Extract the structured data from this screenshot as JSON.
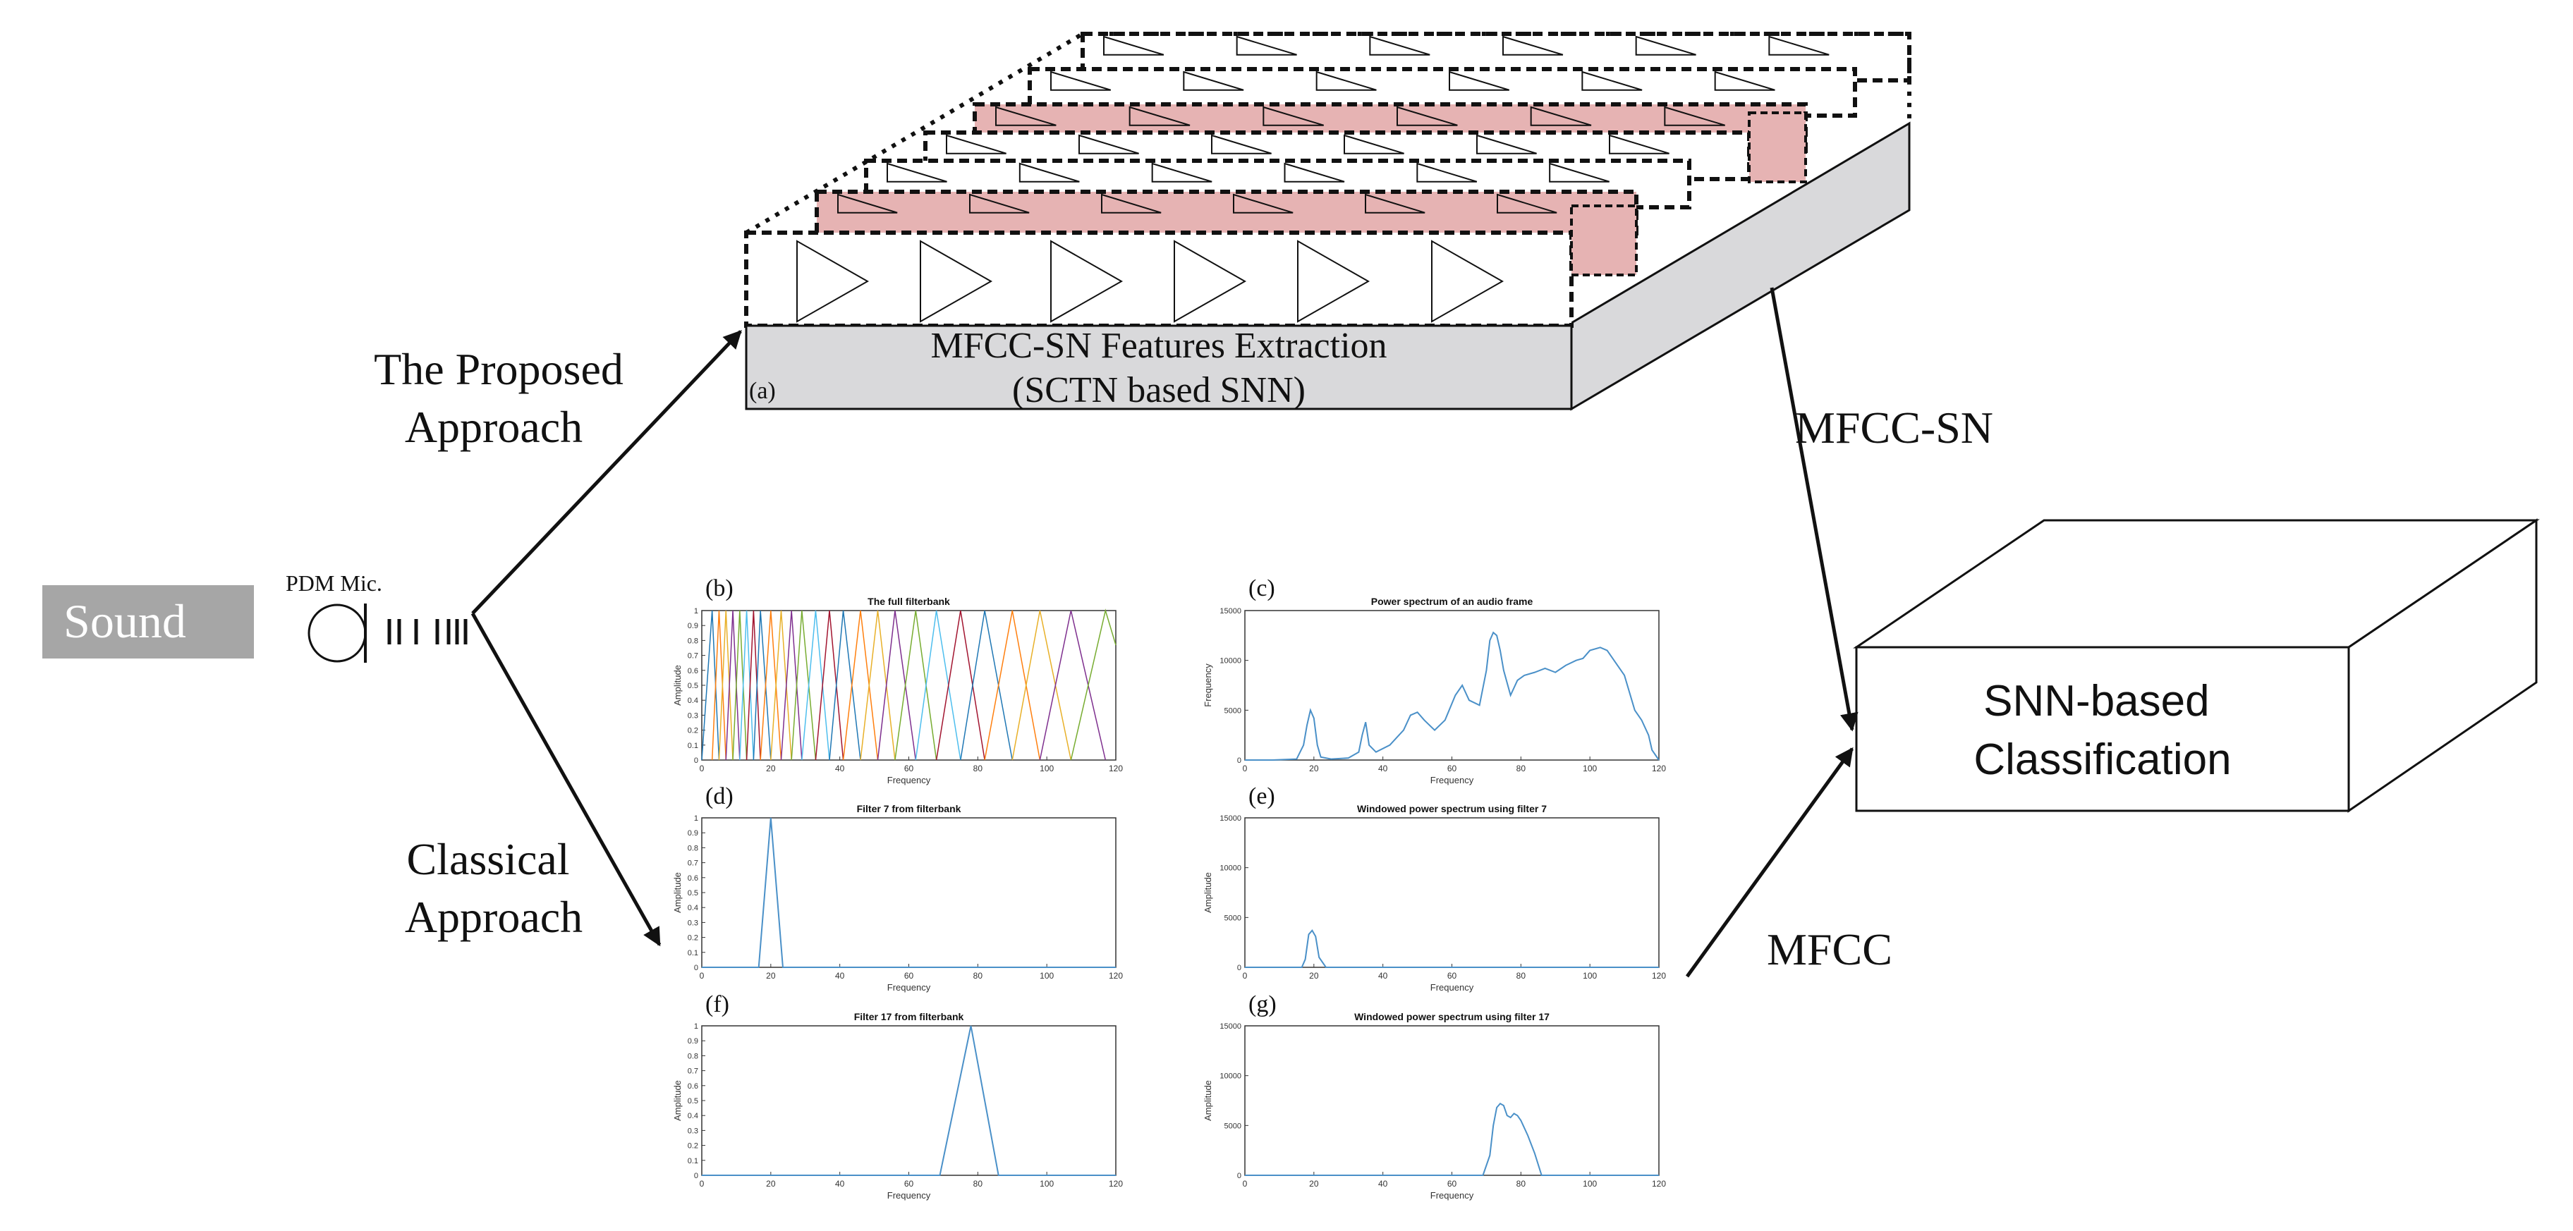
{
  "sound_label": "Sound",
  "mic_label": "PDM Mic.",
  "proposed_label": [
    "The Proposed",
    "Approach"
  ],
  "classical_label": [
    "Classical",
    "Approach"
  ],
  "snn_box": {
    "title": "MFCC-SN Features Extraction",
    "subtitle": "(SCTN based SNN)",
    "tag": "(a)"
  },
  "classification_label": [
    "SNN-based",
    "Classification"
  ],
  "arrow_mfccsn_label": "MFCC-SN",
  "arrow_mfcc_label": "MFCC",
  "colors": {
    "snn_face": "#d9d9db",
    "highlight": "#e6b3b3",
    "sound_box": "#a6a6a6",
    "plot_line": "#4a90c8"
  },
  "chart_data": [
    {
      "tag": "(b)",
      "type": "line",
      "title": "The full filterbank",
      "xlabel": "Frequency",
      "ylabel": "Amplitude",
      "xlim": [
        0,
        120
      ],
      "ylim": [
        0,
        1
      ],
      "xticks": [
        0,
        20,
        40,
        60,
        80,
        100,
        120
      ],
      "yticks": [
        0,
        0.1,
        0.2,
        0.3,
        0.4,
        0.5,
        0.6,
        0.7,
        0.8,
        0.9,
        1
      ],
      "filter_centers": [
        3,
        5,
        7,
        9,
        11,
        13,
        15,
        17,
        20,
        23,
        26,
        29,
        33,
        37,
        41,
        46,
        51,
        56,
        62,
        68,
        75,
        82,
        90,
        98,
        107,
        117
      ]
    },
    {
      "tag": "(c)",
      "type": "line",
      "title": "Power spectrum of an audio frame",
      "xlabel": "Frequency",
      "ylabel": "Frequency",
      "xlim": [
        0,
        120
      ],
      "ylim": [
        0,
        15000
      ],
      "xticks": [
        0,
        20,
        40,
        60,
        80,
        100,
        120
      ],
      "yticks": [
        0,
        5000,
        10000,
        15000
      ],
      "x": [
        0,
        8,
        15,
        17,
        18,
        19,
        20,
        21,
        22,
        25,
        30,
        33,
        34,
        35,
        36,
        38,
        42,
        46,
        48,
        50,
        52,
        55,
        58,
        61,
        63,
        65,
        68,
        70,
        71,
        72,
        73,
        74,
        75,
        77,
        79,
        81,
        84,
        87,
        90,
        93,
        96,
        98,
        100,
        103,
        105,
        107,
        110,
        113,
        115,
        117,
        118,
        120
      ],
      "y": [
        0,
        0,
        100,
        1500,
        3500,
        5000,
        4200,
        1500,
        300,
        100,
        200,
        800,
        2500,
        3800,
        1500,
        800,
        1500,
        3000,
        4500,
        4800,
        4000,
        3000,
        4000,
        6500,
        7500,
        6000,
        5500,
        9000,
        12000,
        12800,
        12500,
        11000,
        9000,
        6500,
        8000,
        8500,
        8800,
        9200,
        8800,
        9500,
        10000,
        10200,
        11000,
        11300,
        11000,
        10000,
        8500,
        5000,
        4000,
        2500,
        1000,
        0
      ]
    },
    {
      "tag": "(d)",
      "type": "line",
      "title": "Filter 7 from filterbank",
      "xlabel": "Frequency",
      "ylabel": "Amplitude",
      "xlim": [
        0,
        120
      ],
      "ylim": [
        0,
        1
      ],
      "xticks": [
        0,
        20,
        40,
        60,
        80,
        100,
        120
      ],
      "yticks": [
        0,
        0.1,
        0.2,
        0.3,
        0.4,
        0.5,
        0.6,
        0.7,
        0.8,
        0.9,
        1
      ],
      "x": [
        0,
        16.5,
        20,
        23.5,
        120
      ],
      "y": [
        0,
        0,
        1,
        0,
        0
      ]
    },
    {
      "tag": "(e)",
      "type": "line",
      "title": "Windowed power spectrum using filter 7",
      "xlabel": "Frequency",
      "ylabel": "Amplitude",
      "xlim": [
        0,
        120
      ],
      "ylim": [
        0,
        15000
      ],
      "xticks": [
        0,
        20,
        40,
        60,
        80,
        100,
        120
      ],
      "yticks": [
        0,
        5000,
        10000,
        15000
      ],
      "x": [
        0,
        16.5,
        17.5,
        18.5,
        19.5,
        20.5,
        21.5,
        23.5,
        120
      ],
      "y": [
        0,
        0,
        800,
        3300,
        3700,
        3100,
        1000,
        0,
        0
      ]
    },
    {
      "tag": "(f)",
      "type": "line",
      "title": "Filter 17 from filterbank",
      "xlabel": "Frequency",
      "ylabel": "Amplitude",
      "xlim": [
        0,
        120
      ],
      "ylim": [
        0,
        1
      ],
      "xticks": [
        0,
        20,
        40,
        60,
        80,
        100,
        120
      ],
      "yticks": [
        0,
        0.1,
        0.2,
        0.3,
        0.4,
        0.5,
        0.6,
        0.7,
        0.8,
        0.9,
        1
      ],
      "x": [
        0,
        69,
        78,
        86,
        120
      ],
      "y": [
        0,
        0,
        1,
        0,
        0
      ]
    },
    {
      "tag": "(g)",
      "type": "line",
      "title": "Windowed power spectrum using filter 17",
      "xlabel": "Frequency",
      "ylabel": "Amplitude",
      "xlim": [
        0,
        120
      ],
      "ylim": [
        0,
        15000
      ],
      "xticks": [
        0,
        20,
        40,
        60,
        80,
        100,
        120
      ],
      "yticks": [
        0,
        5000,
        10000,
        15000
      ],
      "x": [
        0,
        69,
        71,
        72,
        73,
        74,
        75,
        76,
        77,
        78,
        79,
        80,
        82,
        84,
        86,
        120
      ],
      "y": [
        0,
        0,
        2000,
        5000,
        6800,
        7200,
        7000,
        6000,
        5800,
        6200,
        6000,
        5500,
        4000,
        2200,
        0,
        0
      ]
    }
  ]
}
